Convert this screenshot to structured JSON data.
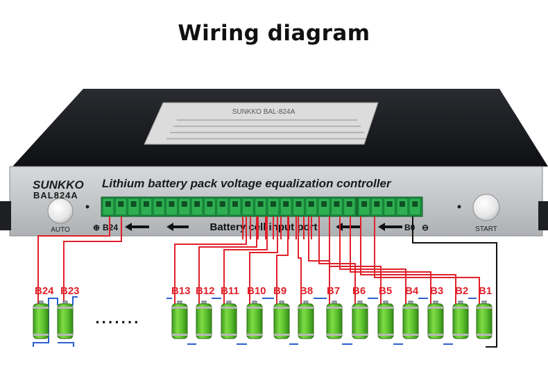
{
  "title": "Wiring diagram",
  "device": {
    "brand": "SUNKKO",
    "model": "BAL824A",
    "heading": "Lithium battery pack voltage equalization controller",
    "port_label": "Battery cell input port",
    "left_terminal": "B24",
    "right_terminal": "B0",
    "auto_label": "AUTO",
    "start_label": "START",
    "sticker_title": "SUNKKO BAL-824A"
  },
  "cells": {
    "labels": [
      "B24",
      "B23",
      "B13",
      "B12",
      "B11",
      "B10",
      "B9",
      "B8",
      "B7",
      "B6",
      "B5",
      "B4",
      "B3",
      "B2",
      "B1"
    ],
    "ellipsis": "·······"
  },
  "colors": {
    "wire_red": "#e0202a",
    "wire_blue": "#2a5fd0",
    "wire_black": "#111111",
    "battery_green": "#5cc22e",
    "terminal_green": "#2fae52",
    "label_red": "#e0202a"
  }
}
